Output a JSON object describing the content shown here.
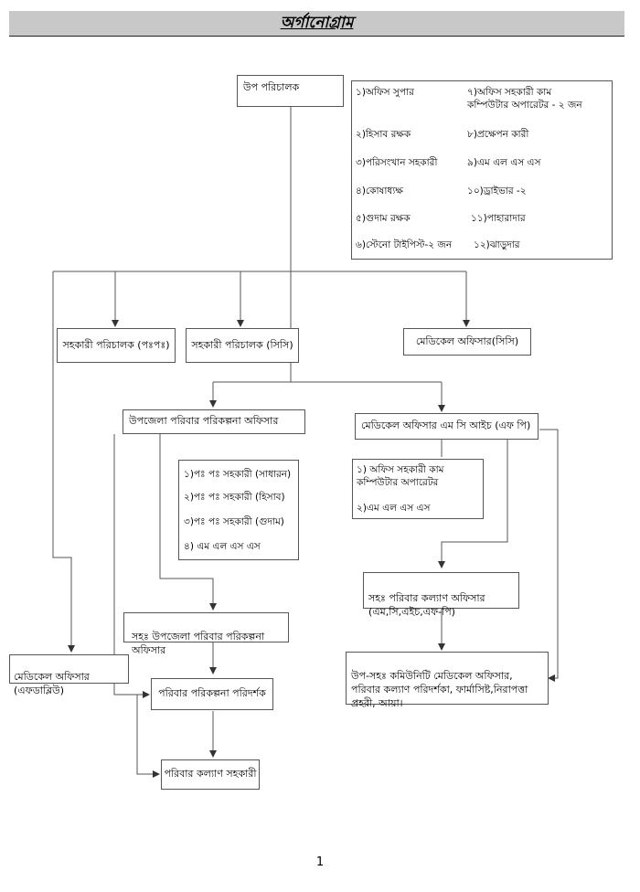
{
  "title": "অর্গানোগ্রাম",
  "deputy_director": "উপ পরিচালক",
  "office_staff": [
    {
      "left": "১)অফিস সুপার",
      "right": "৭)অফিস সহকারী কাম\nকম্পিউটার অপারেটর - ২ জন"
    },
    {
      "left": "২)হিসাব রক্ষক",
      "right": "৮)প্রক্ষেপন কারী"
    },
    {
      "left": "৩)পরিসংখান সহকারী",
      "right": "৯)এম এল এস এস"
    },
    {
      "left": "৪)কোষাধ্যক্ষ",
      "right": "১০)ড্রাইভার -২"
    },
    {
      "left": "৫)গুদাম রক্ষক",
      "right": "১১)পাহারাদার"
    },
    {
      "left": "৬)স্টেনো টাইপিস্ট-২ জন",
      "right": "১২)ঝাড়ুদার"
    }
  ],
  "asst_director_ff": "সহকারী পরিচালক (পঃপঃ)",
  "asst_director_cc": "সহকারী পরিচালক (সিসি)",
  "medical_officer_cc": "মেডিকেল অফিসার(সিসি)",
  "upazila_fp_officer": "উপজেলা পরিবার পরিকল্পনা অফিসার",
  "upazila_staff": [
    "১)পঃ পঃ সহকারী (সাধারন)",
    "২)পঃ পঃ সহকারী (হিসাব)",
    "৩)পঃ পঃ সহকারী (গুদাম)",
    "৪) এম এল এস এস"
  ],
  "mo_mch_fp": "মেডিকেল অফিসার এম সি আইচ (এফ পি)",
  "mch_staff": [
    "১) অফিস সহকারী কাম\nকম্পিউটার অপারেটর",
    "২)এম এল এস এস"
  ],
  "asst_fw_officer": "সহঃ পরিবার কল্যাণ অফিসার\n(এম,সি,এইচ,এফ-পি)",
  "asst_upazila_fp_officer": "সহঃ উপজেলা পরিবার পরিকল্পনা\nঅফিসার",
  "medical_officer_fw": "মেডিকেল অফিসার\n(এফডাব্লিউ)",
  "sacmo_group": "উপ-সহঃ কমিউনিটি মেডিকেল অফিসার,\nপরিবার কল্যাণ পরিদর্শকা, ফার্মাসিষ্ট,নিরাপত্তা\nপ্রহরী, আয়া।",
  "fp_inspector": "পরিবার পরিকল্পনা পরিদর্শক",
  "fw_assistant": "পরিবার কল্যাণ সহকারী",
  "page_number": "1"
}
